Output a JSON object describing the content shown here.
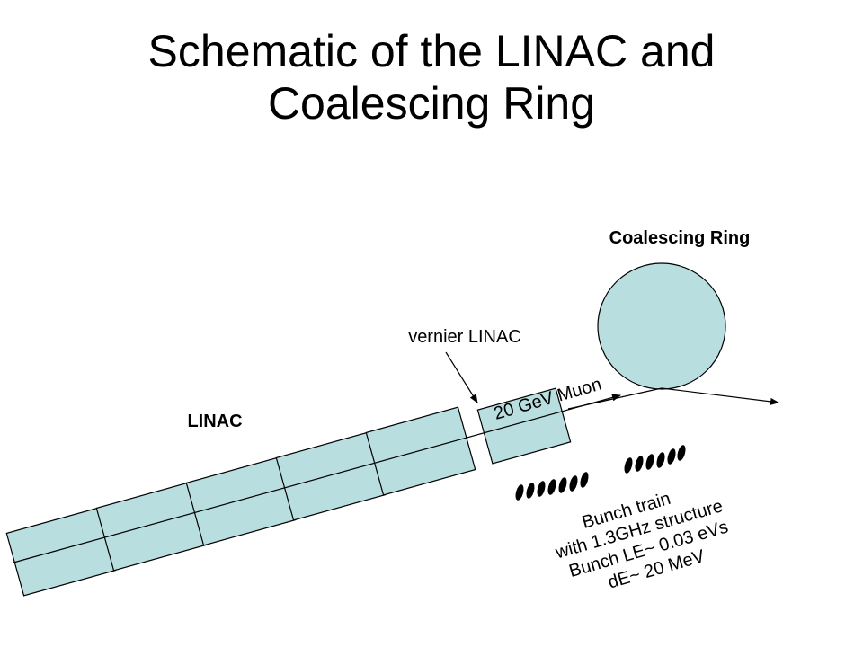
{
  "title": {
    "line1": "Schematic of the LINAC  and",
    "line2": "Coalescing Ring"
  },
  "labels": {
    "coalescing_ring": "Coalescing Ring",
    "vernier_linac": "vernier LINAC",
    "linac": "LINAC",
    "muon": "20 GeV Muon",
    "bunch_train": "Bunch train",
    "structure": "with 1.3GHz structure",
    "bunch_le": "Bunch LE~ 0.03 eVs",
    "de": "dE~ 20 MeV"
  },
  "colors": {
    "fill": "#b8dee0",
    "stroke": "#000000"
  }
}
